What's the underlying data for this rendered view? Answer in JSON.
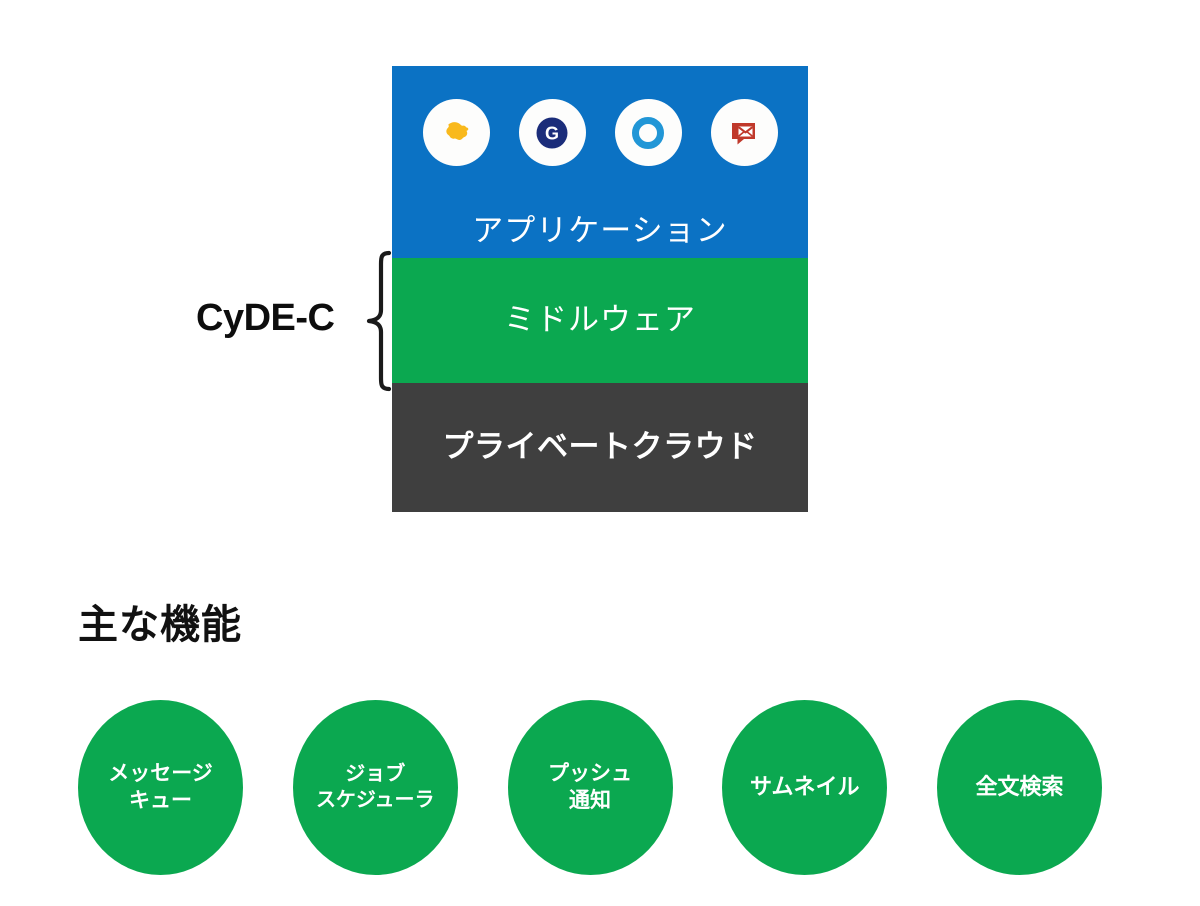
{
  "colors": {
    "application_blue": "#0B72C4",
    "middleware_green": "#0BA850",
    "private_cloud_dark": "#3F3F3F",
    "feature_circle_green": "#0BA850",
    "text_white": "#FFFFFF",
    "text_black": "#111111"
  },
  "stack": {
    "bracket_label": "CyDE-C",
    "layers": [
      {
        "id": "application",
        "label": "アプリケーション",
        "color": "#0B72C4"
      },
      {
        "id": "middleware",
        "label": "ミドルウェア",
        "color": "#0BA850"
      },
      {
        "id": "private_cloud",
        "label": "プライベートクラウド",
        "color": "#3F3F3F"
      }
    ],
    "app_icons": [
      {
        "id": "chat-cloud-icon",
        "name": "chat-cloud-icon",
        "color": "#F9B91C"
      },
      {
        "id": "groupware-g-icon",
        "name": "groupware-g-icon",
        "color": "#1B2D7A",
        "glyph": "G"
      },
      {
        "id": "ring-target-icon",
        "name": "ring-target-icon",
        "color": "#2196D6"
      },
      {
        "id": "mail-message-icon",
        "name": "mail-message-icon",
        "color": "#C0392B"
      }
    ]
  },
  "features": {
    "heading": "主な機能",
    "items": [
      {
        "id": "message-queue",
        "lines": [
          "メッセージ",
          "キュー"
        ]
      },
      {
        "id": "job-scheduler",
        "lines": [
          "ジョブ",
          "スケジューラ"
        ]
      },
      {
        "id": "push-notify",
        "lines": [
          "プッシュ",
          "通知"
        ]
      },
      {
        "id": "thumbnail",
        "lines": [
          "サムネイル"
        ]
      },
      {
        "id": "fulltext-search",
        "lines": [
          "全文検索"
        ]
      }
    ]
  }
}
